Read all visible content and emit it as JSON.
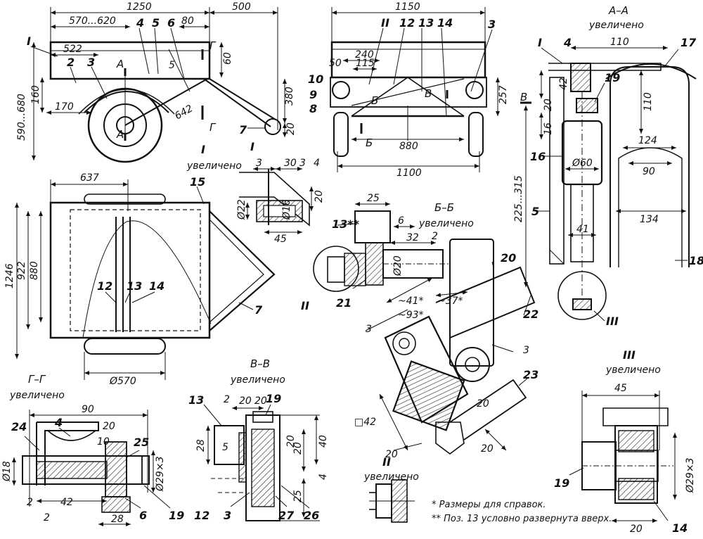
{
  "views": {
    "side": {
      "dims": [
        "1250",
        "500",
        "570...620",
        "80",
        "522",
        "60",
        "160",
        "590...680",
        "170",
        "642",
        "380",
        "20",
        "5"
      ],
      "callouts": [
        "I",
        "2",
        "3",
        "4",
        "5",
        "6",
        "7",
        "A",
        "A",
        "Г",
        "Г",
        "I"
      ]
    },
    "front": {
      "dims": [
        "1150",
        "240",
        "50",
        "115",
        "257",
        "880",
        "1100"
      ],
      "callouts": [
        "II",
        "12",
        "13",
        "14",
        "3",
        "10",
        "9",
        "8",
        "Б",
        "Б",
        "В",
        "В"
      ]
    },
    "section_aa": {
      "title": "А–А",
      "caption": "увеличено",
      "dims": [
        "110",
        "42",
        "20",
        "110",
        "16",
        "124",
        "90",
        "134",
        "Ø60",
        "225...315",
        "41"
      ],
      "callouts": [
        "I",
        "4",
        "17",
        "19",
        "16",
        "5",
        "18",
        "III",
        "В"
      ]
    },
    "plan": {
      "dims": [
        "637",
        "1246",
        "922",
        "880",
        "Ø570"
      ],
      "callouts": [
        "15",
        "12",
        "13",
        "14",
        "7"
      ]
    },
    "detail_I": {
      "title": "I",
      "caption": "увеличено",
      "dims": [
        "3",
        "30",
        "3",
        "4",
        "20",
        "Ø22",
        "Ø16",
        "45"
      ]
    },
    "section_bb": {
      "title": "Б–Б",
      "caption": "увеличено",
      "dims": [
        "25",
        "6",
        "32",
        "2",
        "Ø20",
        "~41*",
        "~37*",
        "~93*",
        "3",
        "3",
        "□42",
        "20",
        "20",
        "20"
      ],
      "callouts": [
        "13**",
        "II",
        "21",
        "20",
        "22",
        "23"
      ]
    },
    "section_gg": {
      "title": "Г–Г",
      "caption": "увеличено",
      "dims": [
        "90",
        "20",
        "10",
        "Ø18",
        "Ø29×3",
        "2",
        "42",
        "2",
        "28"
      ],
      "callouts": [
        "24",
        "4",
        "25",
        "6",
        "19"
      ]
    },
    "section_vv": {
      "title": "В–В",
      "caption": "увеличено",
      "dims": [
        "2",
        "20",
        "20",
        "28",
        "5",
        "40",
        "20",
        "4",
        "25",
        "20"
      ],
      "callouts": [
        "13",
        "19",
        "12",
        "3",
        "27",
        "26"
      ]
    },
    "detail_II": {
      "title": "II",
      "caption": "увеличено"
    },
    "detail_III": {
      "title": "III",
      "caption": "увеличено",
      "dims": [
        "45",
        "Ø29×3",
        "20"
      ],
      "callouts": [
        "19",
        "14"
      ]
    }
  },
  "notes": {
    "ref": "* Размеры для справок.",
    "rotated": "** Поз. 13 условно развернута вверх."
  }
}
